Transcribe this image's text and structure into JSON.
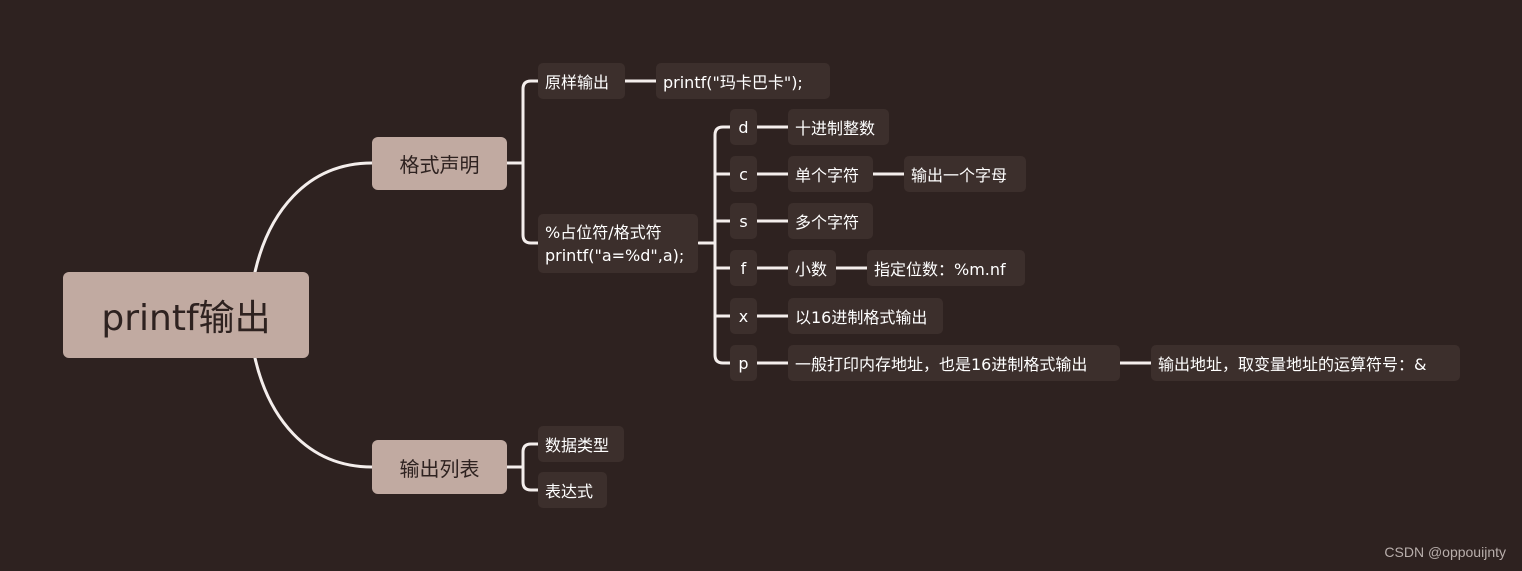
{
  "mindmap": {
    "root": "printf输出",
    "format_decl": {
      "label": "格式声明",
      "raw_output": {
        "label": "原样输出",
        "example": "printf(\"玛卡巴卡\");"
      },
      "placeholder": {
        "line1": "%占位符/格式符",
        "line2": "printf(\"a=%d\",a);",
        "specs": {
          "d": {
            "key": "d",
            "desc": "十进制整数"
          },
          "c": {
            "key": "c",
            "desc": "单个字符",
            "note": "输出一个字母"
          },
          "s": {
            "key": "s",
            "desc": "多个字符"
          },
          "f": {
            "key": "f",
            "desc": "小数",
            "note": "指定位数：%m.nf"
          },
          "x": {
            "key": "x",
            "desc": "以16进制格式输出"
          },
          "p": {
            "key": "p",
            "desc": "一般打印内存地址，也是16进制格式输出",
            "note": "输出地址，取变量地址的运算符号：&"
          }
        }
      }
    },
    "output_list": {
      "label": "输出列表",
      "items": {
        "data_type": "数据类型",
        "expression": "表达式"
      }
    }
  },
  "watermark": "CSDN @oppouijnty",
  "colors": {
    "background": "#2e2220",
    "main_node": "#c1aaa1",
    "sub_node": "#3c2f2c",
    "connector": "#f4eeec"
  }
}
